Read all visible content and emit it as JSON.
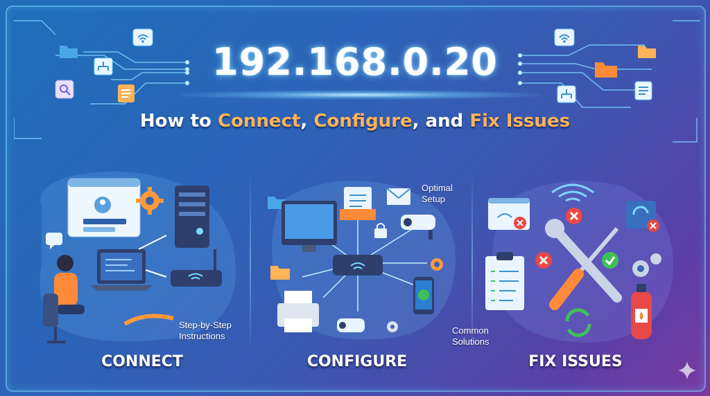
{
  "header": {
    "title": "192.168.0.20",
    "subtitle_pre": "How to ",
    "subtitle_w1": "Connect",
    "subtitle_sep1": ", ",
    "subtitle_w2": "Configure",
    "subtitle_sep2": ", and ",
    "subtitle_w3": "Fix Issues"
  },
  "panels": {
    "connect": {
      "label": "CONNECT",
      "note": "Step-by-Step\nInstructions"
    },
    "configure": {
      "label": "CONFIGURE",
      "note": "Optimal\nSetup"
    },
    "fix": {
      "label": "FIX ISSUES",
      "note": "Common\nSolutions"
    }
  },
  "colors": {
    "accent": "#ffb35a",
    "error": "#e84848",
    "ok": "#3fbf5a",
    "glow": "#7fd8ff"
  },
  "icons": [
    "wifi-icon",
    "folder-icon",
    "gear-icon",
    "server-icon",
    "router-icon",
    "laptop-icon",
    "monitor-icon",
    "printer-icon",
    "camera-icon",
    "phone-icon",
    "wrench-icon",
    "screwdriver-icon",
    "extinguisher-icon",
    "clipboard-icon",
    "lock-icon",
    "mail-icon",
    "sparkle-icon"
  ]
}
